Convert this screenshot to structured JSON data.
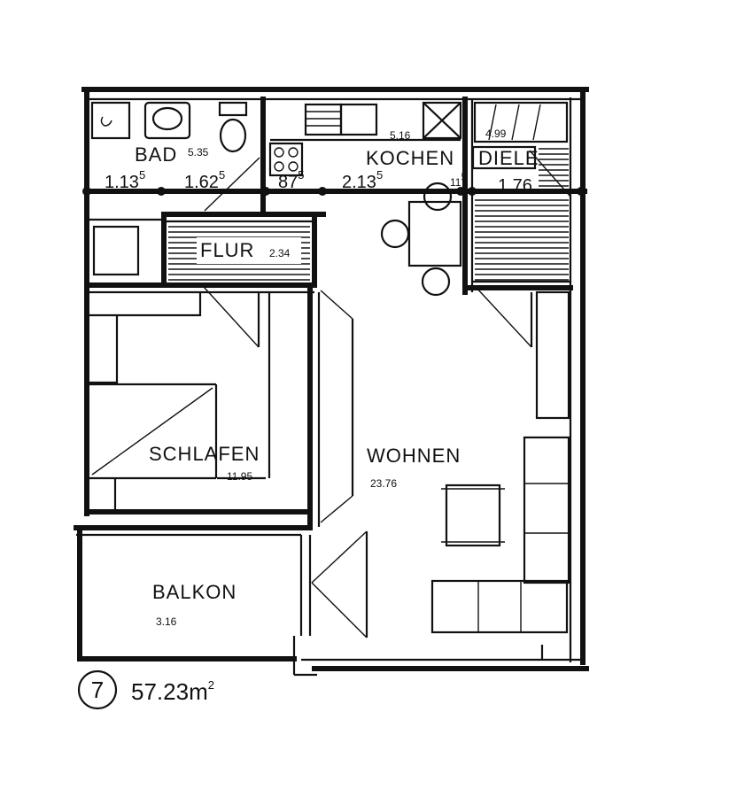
{
  "rooms": {
    "bad": {
      "name": "BAD",
      "area": "5.35"
    },
    "kochen": {
      "name": "KOCHEN",
      "area": "5.16"
    },
    "diele": {
      "name": "DIELE",
      "area": "4.99"
    },
    "flur": {
      "name": "FLUR",
      "area": "2.34"
    },
    "schlafen": {
      "name": "SCHLAFEN",
      "area": "11.95"
    },
    "wohnen": {
      "name": "WOHNEN",
      "area": "23.76"
    },
    "balkon": {
      "name": "BALKON",
      "area": "3.16"
    }
  },
  "dimensions": [
    {
      "main": "1.13",
      "sup": "5"
    },
    {
      "main": "1.62",
      "sup": "5"
    },
    {
      "main": "87",
      "sup": "5"
    },
    {
      "main": "2.13",
      "sup": "5"
    },
    {
      "main": "11",
      "sup": "5"
    },
    {
      "main": "1.76",
      "sup": ""
    }
  ],
  "unit": {
    "number": "7",
    "total_area": "57.23m",
    "total_area_sup": "2"
  }
}
